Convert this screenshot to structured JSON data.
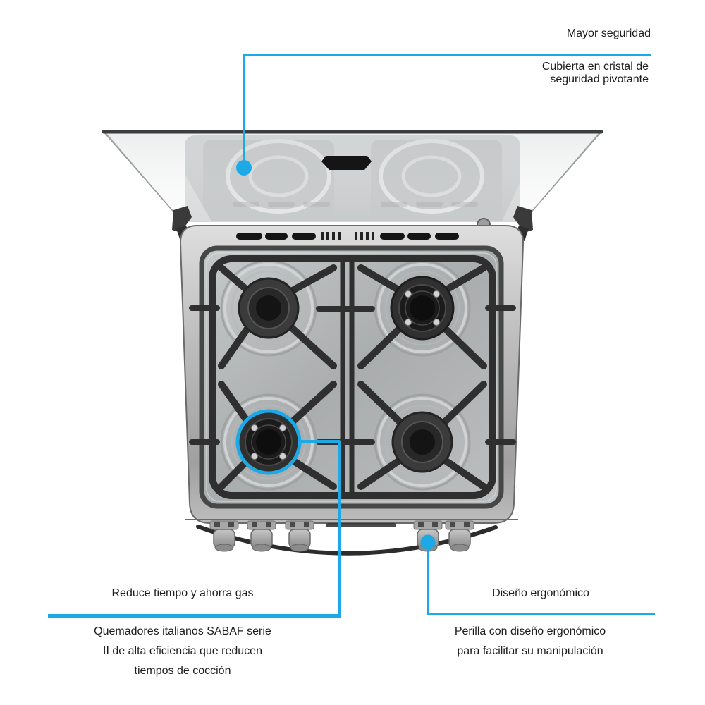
{
  "accent_color": "#1da9e6",
  "text_color": "#1c1c1c",
  "background_color": "#ffffff",
  "callouts": {
    "mayor_seguridad": {
      "title": "Mayor seguridad",
      "description_lines": [
        "Cubierta en cristal de",
        "seguridad pivotante"
      ]
    },
    "reduce_tiempo": {
      "title": "Reduce tiempo y ahorra gas",
      "description_lines": [
        "Quemadores italianos SABAF serie",
        "II de alta eficiencia  que reducen",
        "tiempos de cocción"
      ]
    },
    "diseno_ergonomico": {
      "title": "Diseño ergonómico",
      "description_lines": [
        "Perilla con diseño ergonómico",
        "para facilitar su manipulación"
      ]
    }
  },
  "illustration": {
    "alt": "Estufa a gas de 4 quemadores vista superior con cubierta de cristal abierta",
    "markers": [
      "lid-marker-dot",
      "burner-highlight-ring",
      "knob-marker-dot"
    ]
  }
}
